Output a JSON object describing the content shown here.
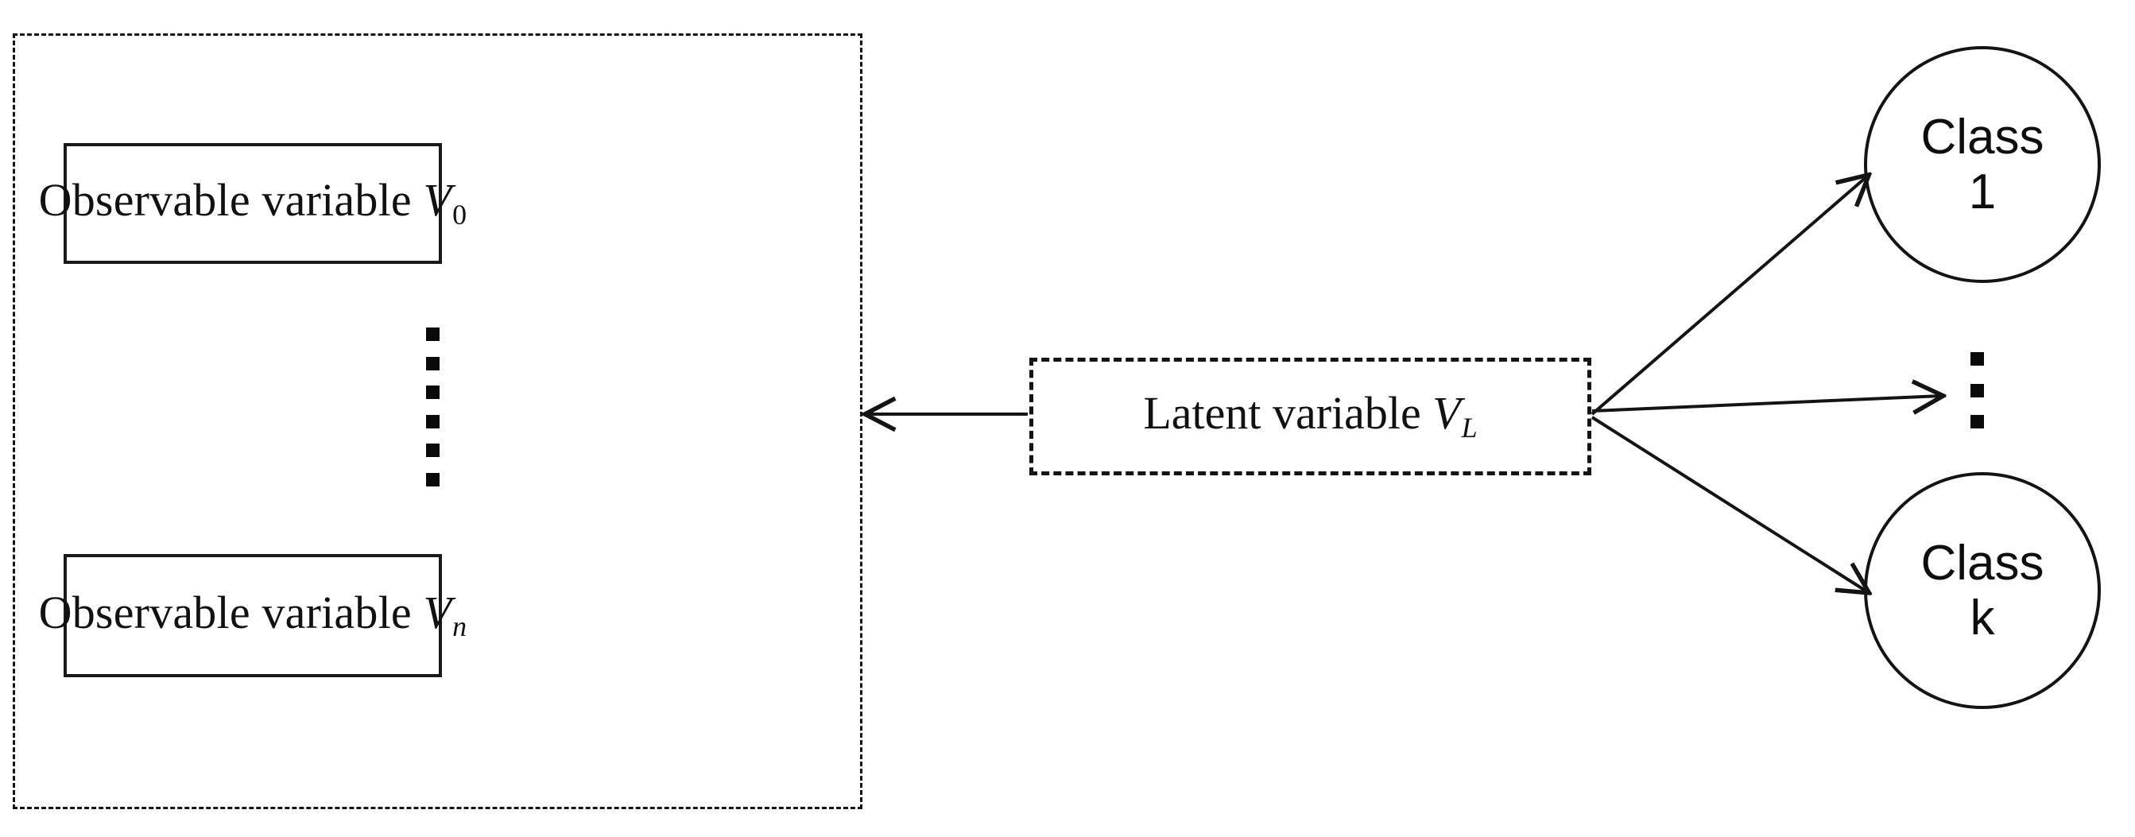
{
  "diagram": {
    "title": "Latent variable model mapping observable variables to classes",
    "background_color": "#ffffff",
    "stroke_color": "#141414",
    "text_color": "#111111"
  },
  "observable_group": {
    "border_style": "dashed",
    "boxes": [
      {
        "id": "observable-box-0",
        "text_prefix": "Observable variable ",
        "symbol": "V",
        "subscript": "0",
        "full_text": "Observable variable V0",
        "border_style": "solid"
      },
      {
        "id": "observable-box-n",
        "text_prefix": "Observable variable ",
        "symbol": "V",
        "subscript": "n",
        "full_text": "Observable variable Vn",
        "border_style": "solid"
      }
    ],
    "ellipsis": {
      "name": "vertical-ellipsis",
      "dot_count": 6,
      "dot_shape": "square",
      "color": "#0a0a0a"
    }
  },
  "latent": {
    "id": "latent-box",
    "text_prefix": "Latent variable ",
    "symbol": "V",
    "subscript": "L",
    "full_text": "Latent variable VL",
    "border_style": "dashed"
  },
  "classes": {
    "ellipsis": {
      "name": "vertical-ellipsis",
      "dot_count": 3,
      "dot_shape": "square",
      "color": "#0a0a0a"
    },
    "nodes": [
      {
        "id": "class-circle-1",
        "label_line1": "Class",
        "label_line2": "1",
        "full_text": "Class 1",
        "shape": "circle"
      },
      {
        "id": "class-circle-k",
        "label_line1": "Class",
        "label_line2": "k",
        "full_text": "Class k",
        "shape": "circle"
      }
    ]
  },
  "arrows": [
    {
      "name": "arrow-latent-to-observable",
      "direction": "left",
      "from": "latent-box",
      "to": "observable-container"
    },
    {
      "name": "arrow-latent-to-class-1",
      "direction": "up-right",
      "from": "latent-box",
      "to": "class-circle-1"
    },
    {
      "name": "arrow-latent-to-class-ellipsis",
      "direction": "right",
      "from": "latent-box",
      "to": "class-vdots"
    },
    {
      "name": "arrow-latent-to-class-k",
      "direction": "down-right",
      "from": "latent-box",
      "to": "class-circle-k"
    }
  ]
}
